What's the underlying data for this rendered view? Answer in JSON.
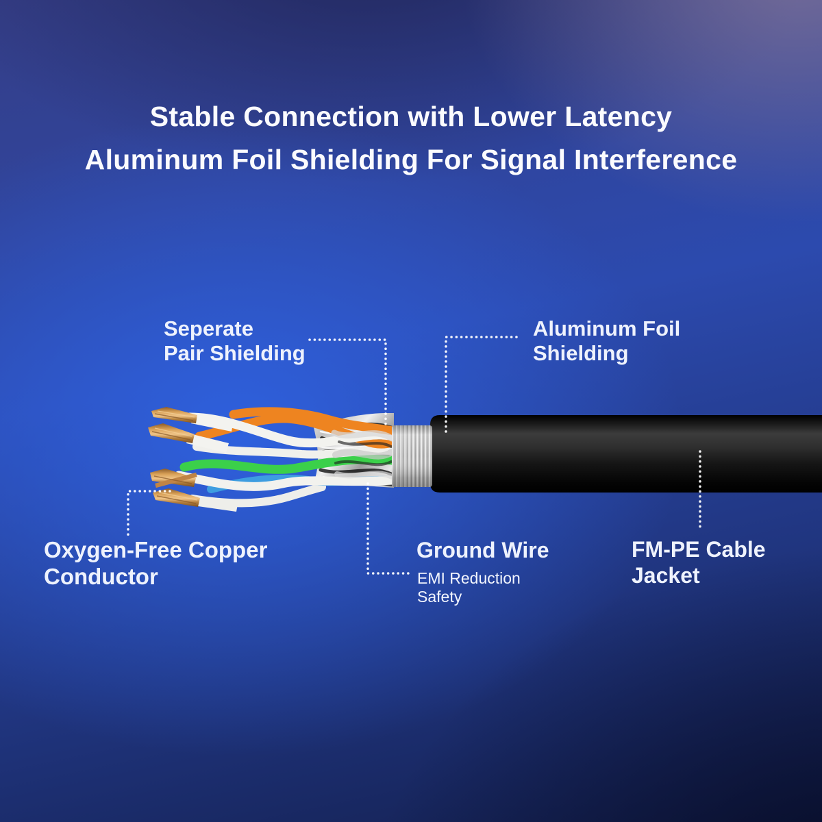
{
  "title": {
    "line1": "Stable Connection with Lower Latency",
    "line2": "Aluminum Foil Shielding For Signal Interference"
  },
  "callouts": {
    "separate_pair_shielding": "Seperate\nPair Shielding",
    "aluminum_foil_shielding": "Aluminum Foil\nShielding",
    "oxygen_free_copper_conductor": "Oxygen-Free Copper\nConductor",
    "ground_wire": "Ground Wire",
    "ground_wire_sub": "EMI Reduction\nSafety",
    "cable_jacket": "FM-PE Cable\nJacket"
  },
  "colors": {
    "background_bright_blue": "#2b57cc",
    "background_top_purple": "#57507c",
    "background_dark_navy": "#0e1640",
    "headline_text": "#fbfbfe",
    "label_text": "#eef2fd",
    "callout_dots": "#ffffff",
    "wire_orange": "#ee8420",
    "wire_green": "#3bd04a",
    "wire_blue": "#3d9de0",
    "wire_white": "#f2f2ee",
    "copper": "#c08445",
    "foil_silver": "#d9d9d9",
    "band_gray": "#cdcdcd",
    "jacket_black": "#0a0a0a"
  }
}
